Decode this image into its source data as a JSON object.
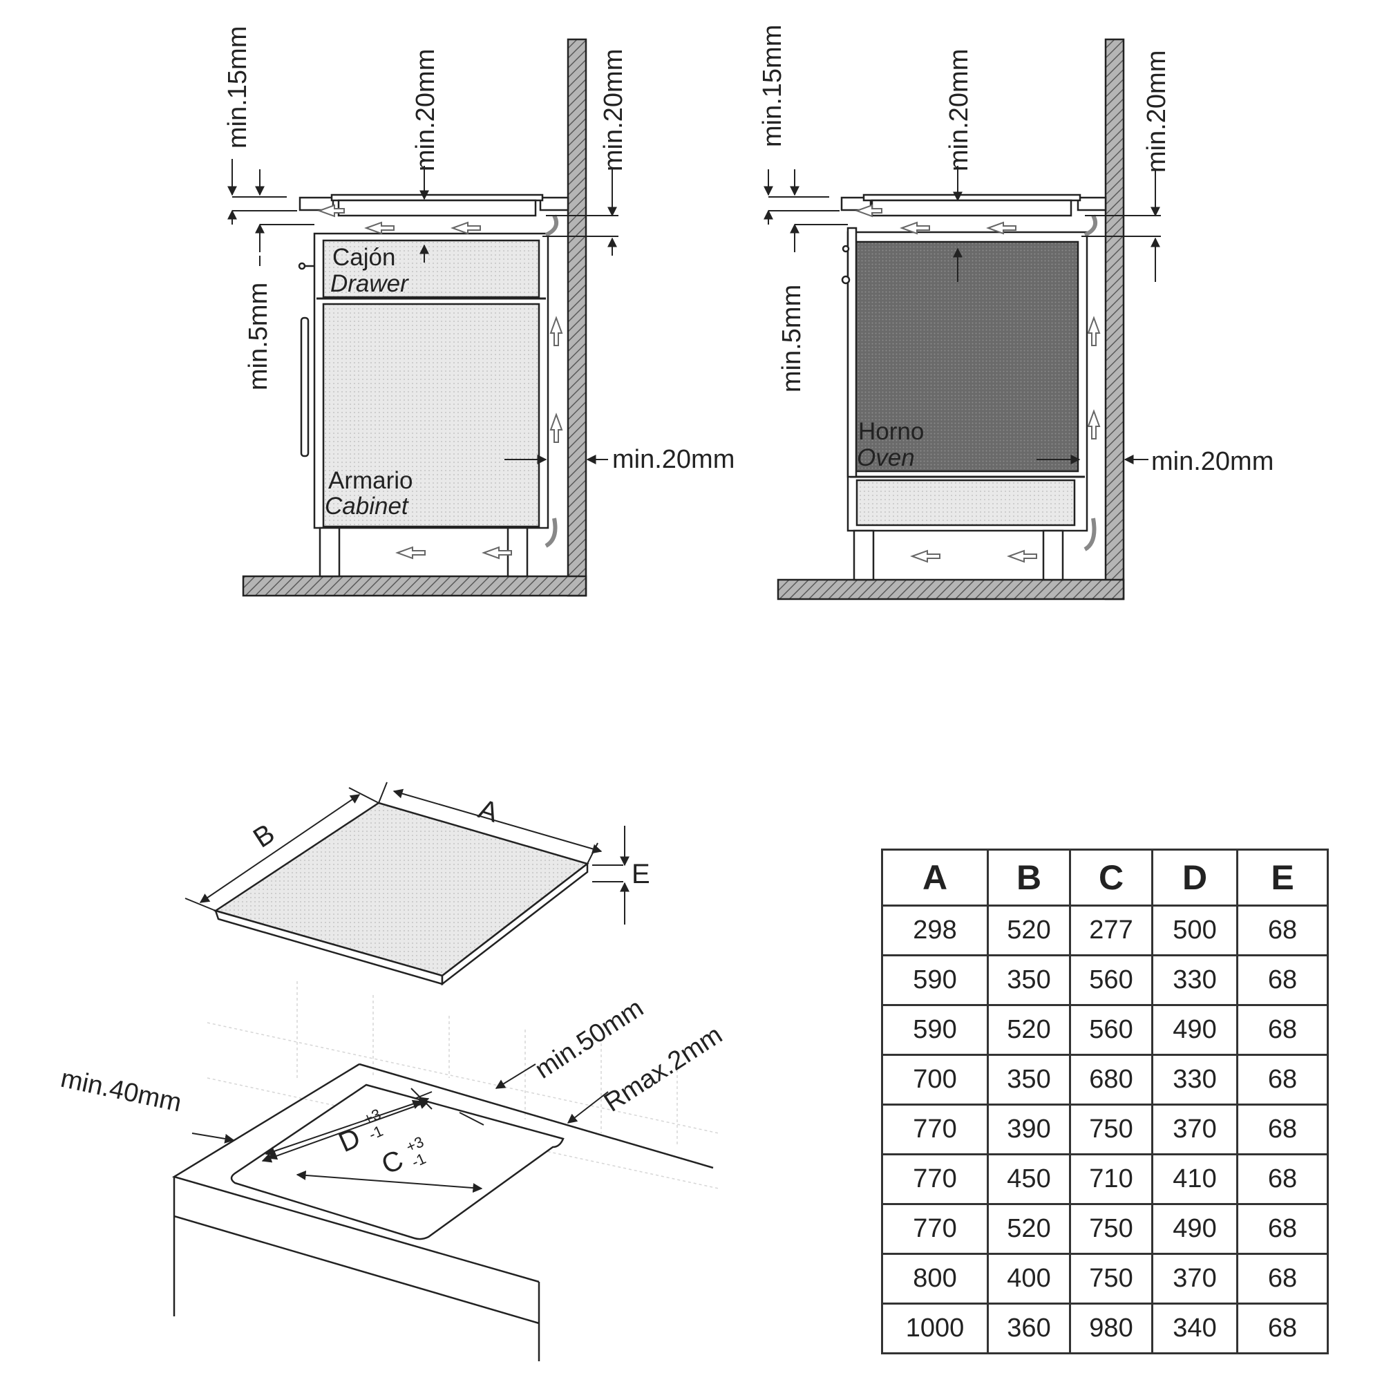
{
  "side_views": {
    "left": {
      "drawer_es": "Cajón",
      "drawer_en": "Drawer",
      "cabinet_es": "Armario",
      "cabinet_en": "Cabinet",
      "dim_top_gap": "min.15mm",
      "dim_above_drawer": "min.20mm",
      "dim_wall_top": "min.20mm",
      "dim_lower_gap": "min.5mm",
      "dim_wall_side": "min.20mm"
    },
    "right": {
      "oven_es": "Horno",
      "oven_en": "Oven",
      "dim_top_gap": "min.15mm",
      "dim_above_oven": "min.20mm",
      "dim_wall_top": "min.20mm",
      "dim_lower_gap": "min.5mm",
      "dim_wall_side": "min.20mm"
    }
  },
  "iso_view": {
    "label_a": "A",
    "label_b": "B",
    "label_e": "E",
    "label_c": "C",
    "label_d": "D",
    "tol_plus": "+3",
    "tol_minus": "-1",
    "dim_edge_front": "min.40mm",
    "dim_edge_back": "min.50mm",
    "dim_radius": "Rmax.2mm"
  },
  "table": {
    "headers": [
      "A",
      "B",
      "C",
      "D",
      "E"
    ],
    "rows": [
      [
        "298",
        "520",
        "277",
        "500",
        "68"
      ],
      [
        "590",
        "350",
        "560",
        "330",
        "68"
      ],
      [
        "590",
        "520",
        "560",
        "490",
        "68"
      ],
      [
        "700",
        "350",
        "680",
        "330",
        "68"
      ],
      [
        "770",
        "390",
        "750",
        "370",
        "68"
      ],
      [
        "770",
        "450",
        "710",
        "410",
        "68"
      ],
      [
        "770",
        "520",
        "750",
        "490",
        "68"
      ],
      [
        "800",
        "400",
        "750",
        "370",
        "68"
      ],
      [
        "1000",
        "360",
        "980",
        "340",
        "68"
      ]
    ]
  },
  "colors": {
    "line": "#222222",
    "hatch": "#9a9a9a",
    "oven_fill": "#6b6b6b",
    "panel_fill": "#e8e8e8"
  }
}
